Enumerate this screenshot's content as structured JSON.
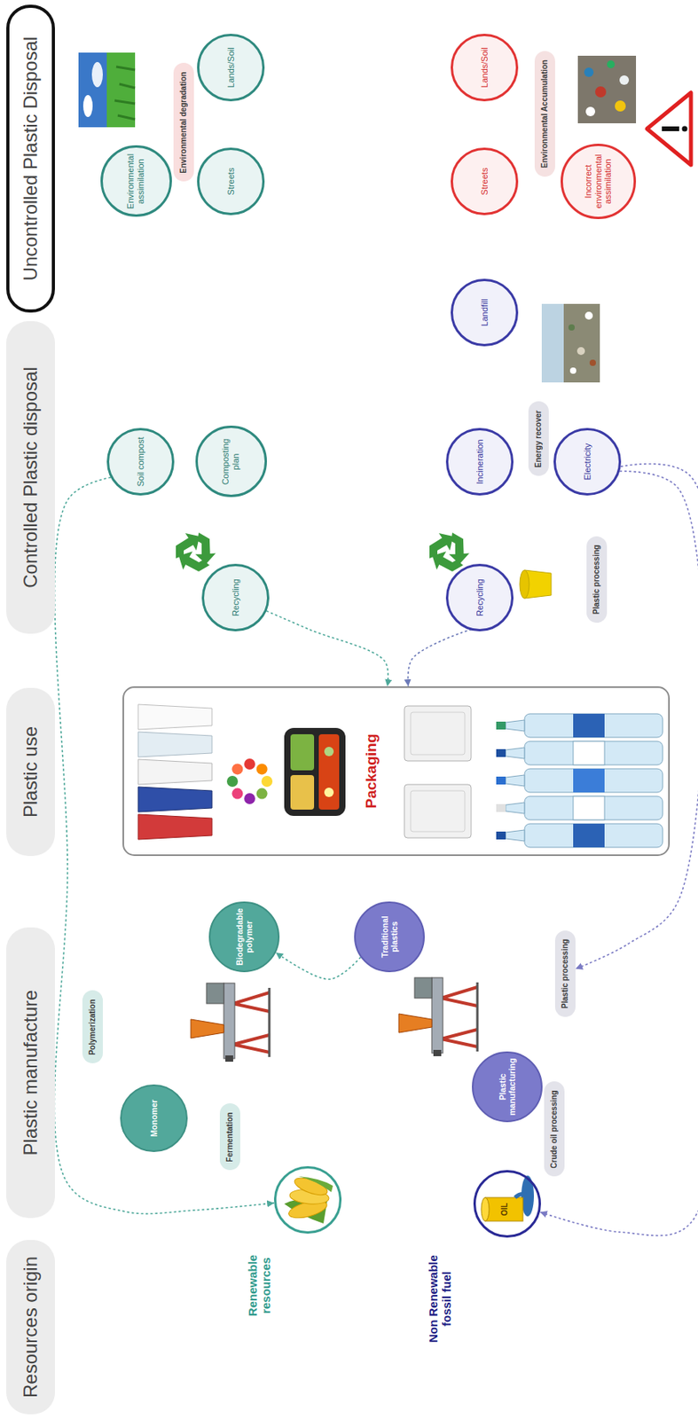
{
  "diagram": {
    "nodes": [
      {
        "text": [
          "Resources origin"
        ]
      },
      {
        "text": [
          "Plastic manufacture"
        ]
      },
      {
        "text": [
          "Plastic use"
        ]
      },
      {
        "text": [
          "Controlled Plastic disposal"
        ]
      },
      {
        "text": [
          "Uncontrolled Plastic Disposal"
        ]
      },
      {
        "text": [
          "Renewable resources"
        ]
      },
      {
        "text": [
          "Fermentation"
        ]
      },
      {
        "text": [
          "Monomer"
        ]
      },
      {
        "text": [
          "Polymerization"
        ]
      },
      {
        "text": [
          "Biodegradable polymer"
        ]
      },
      {
        "text": [
          "Non Renewable fossil fuel"
        ]
      },
      {
        "text": [
          "Crude oil processing"
        ]
      },
      {
        "text": [
          "Plastic manufacturing"
        ]
      },
      {
        "text": [
          "Plastic processing"
        ]
      },
      {
        "text": [
          "Traditional plastics"
        ]
      },
      {
        "text": [
          "Packaging"
        ]
      },
      {
        "text": [
          "Recycling"
        ]
      },
      {
        "text": [
          "Soil compost"
        ]
      },
      {
        "text": [
          "Composting plan"
        ]
      },
      {
        "text": [
          "Recycling"
        ]
      },
      {
        "text": [
          "Plastic processing"
        ]
      },
      {
        "text": [
          "Incineration"
        ]
      },
      {
        "text": [
          "Energy recover"
        ]
      },
      {
        "text": [
          "Electricity"
        ]
      },
      {
        "text": [
          "Landfill"
        ]
      },
      {
        "text": [
          "Environmental assimilation"
        ]
      },
      {
        "text": [
          "Streets"
        ]
      },
      {
        "text": [
          "Environmental degradation"
        ]
      },
      {
        "text": [
          "Lands/Soil"
        ]
      },
      {
        "text": [
          "Streets"
        ]
      },
      {
        "text": [
          "Incorrect environmental assimilation"
        ]
      },
      {
        "text": [
          "Environmental Accumulation"
        ]
      },
      {
        "text": [
          "Lands/Soil"
        ]
      }
    ],
    "edges": [
      {
        "from": 17,
        "to": 5,
        "arrow": "to"
      },
      {
        "from": 16,
        "to": 15,
        "arrow": "to"
      },
      {
        "from": 19,
        "to": 15,
        "arrow": "to"
      },
      {
        "from": 23,
        "to": 13,
        "arrow": "to"
      },
      {
        "from": 23,
        "to": 10,
        "arrow": "to"
      },
      {
        "from": 14,
        "to": 9,
        "arrow": "to"
      }
    ],
    "labels": [
      "OIL"
    ]
  }
}
